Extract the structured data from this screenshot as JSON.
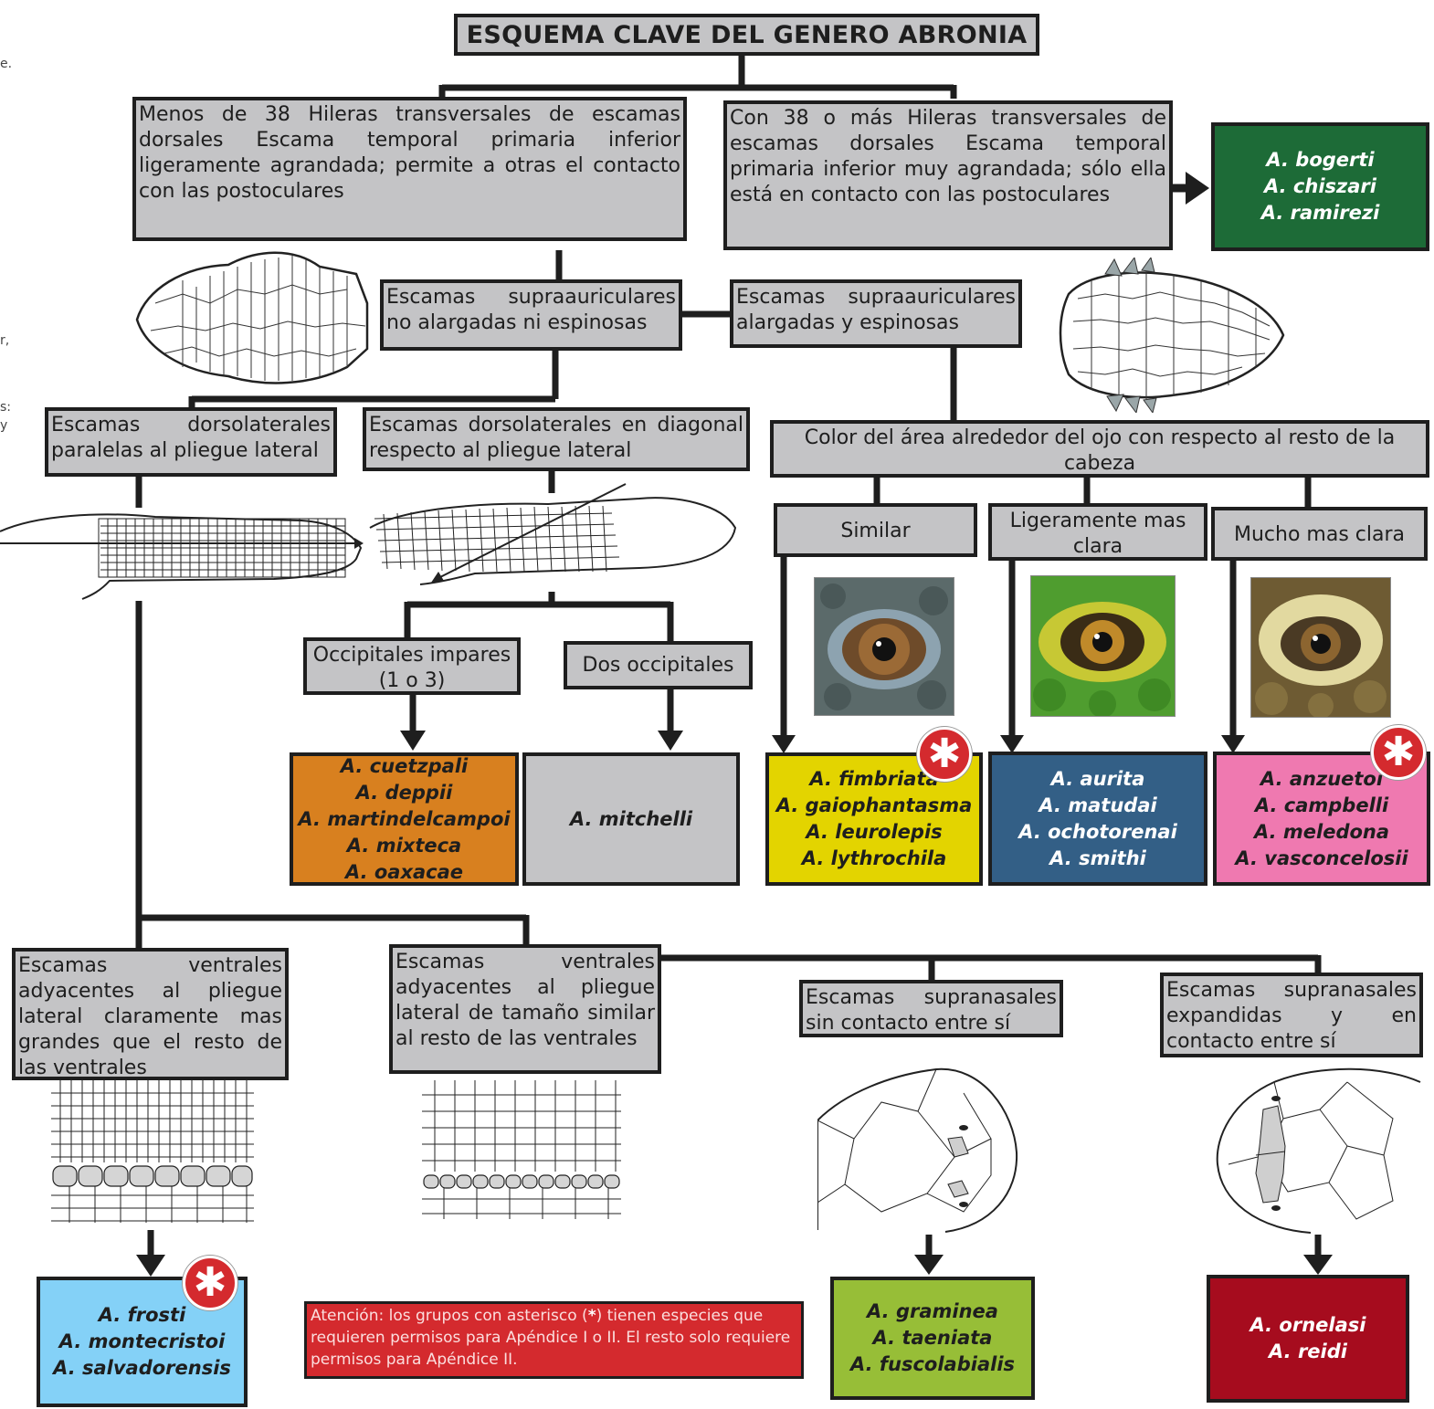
{
  "title": "ESQUEMA CLAVE DEL GENERO ABRONIA",
  "criteria": {
    "less38": "Menos de 38 Hileras transversales de escamas dorsales Escama temporal primaria inferior ligeramente agrandada; permite a otras el contacto con las postoculares",
    "more38": "Con 38 o más Hileras transversales de escamas dorsales Escama temporal primaria inferior muy agrandada; sólo ella está en contacto con las postoculares",
    "supra_no": "Escamas supraauriculares no alargadas ni espinosas",
    "supra_yes": "Escamas supraauriculares alargadas y espinosas",
    "dorso_parallel": "Escamas dorsolaterales paralelas al pliegue lateral",
    "dorso_diagonal": "Escamas dorsolaterales en diagonal respecto al pliegue lateral",
    "eye_color": "Color del área alrededor del ojo con respecto al resto de la cabeza",
    "similar": "Similar",
    "slightly": "Ligeramente mas clara",
    "much": "Mucho mas clara",
    "occ_odd": "Occipitales impares (1 o 3)",
    "occ_two": "Dos occipitales",
    "ventral_large": "Escamas ventrales adyacentes al pliegue lateral claramente mas grandes que el resto de las ventrales",
    "ventral_similar": "Escamas ventrales adyacentes al pliegue lateral de tamaño similar al resto de las ventrales",
    "supranasal_no": "Escamas supranasales sin contacto entre sí",
    "supranasal_yes": "Escamas supranasales expandidas y en contacto entre sí"
  },
  "species": {
    "green": [
      "A. bogerti",
      "A. chiszari",
      "A. ramirezi"
    ],
    "orange": [
      "A. cuetzpali",
      "A. deppii",
      "A. martindelcampoi",
      "A. mixteca",
      "A. oaxacae"
    ],
    "gray": [
      "A. mitchelli"
    ],
    "yellow": [
      "A. fimbriata",
      "A. gaiophantasma",
      "A. leurolepis",
      "A. lythrochila"
    ],
    "blue": [
      "A. aurita",
      "A. matudai",
      "A. ochotorenai",
      "A. smithi"
    ],
    "pink": [
      "A. anzuetoi",
      "A. campbelli",
      "A. meledona",
      "A. vasconcelosii"
    ],
    "lightblue": [
      "A. frosti",
      "A. montecristoi",
      "A. salvadorensis"
    ],
    "lime": [
      "A. graminea",
      "A. taeniata",
      "A. fuscolabialis"
    ],
    "crimson": [
      "A. ornelasi",
      "A. reidi"
    ]
  },
  "note": {
    "before": "Atención: los grupos con asterisco (",
    "star": "*",
    "after": ") tienen especies que requieren permisos para Apéndice I o II. El resto solo requiere permisos para Apéndice II."
  },
  "badge_glyph": "✱",
  "margin_text": [
    "e.",
    "r,",
    "s:",
    "y"
  ],
  "colors": {
    "box_gray": "#c4c4c6",
    "green": "#1d6b37",
    "orange": "#d8801f",
    "yellow": "#e3d400",
    "blue": "#335f86",
    "pink": "#ef79b0",
    "lightblue": "#84d1f7",
    "lime": "#97be37",
    "crimson": "#a60c1e",
    "badge_red": "#d42a2e"
  }
}
